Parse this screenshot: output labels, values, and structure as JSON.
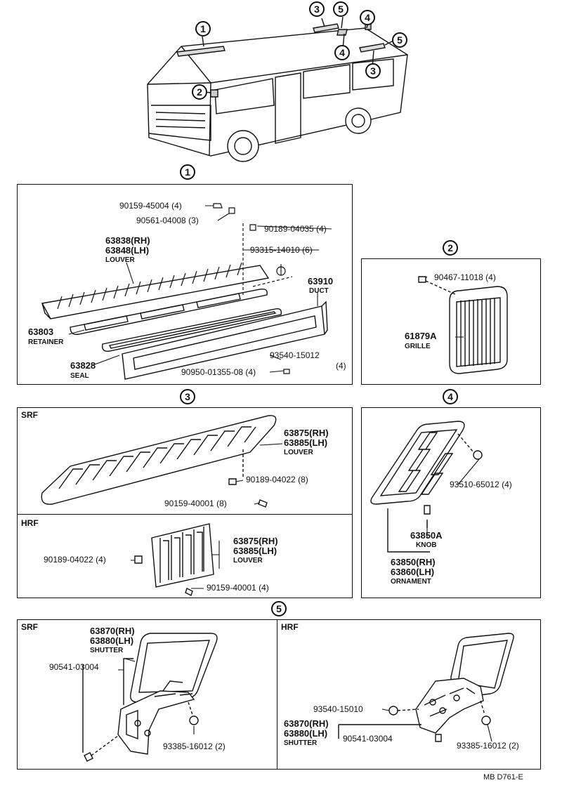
{
  "callouts": {
    "c1": "1",
    "c2": "2",
    "c3": "3",
    "c4": "4",
    "c5": "5"
  },
  "sec1": {
    "p1": "90159-45004 (4)",
    "p2": "90561-04008 (3)",
    "p3": "90189-04035 (4)",
    "p4a": "63838(RH)",
    "p4b": "63848(LH)",
    "p4c": "LOUVER",
    "p5": "93315-14010 (6)",
    "p6a": "63910",
    "p6b": "DUCT",
    "p7a": "63803",
    "p7b": "RETAINER",
    "p8": "93540-15012",
    "p8q": "(4)",
    "p9a": "63828",
    "p9b": "SEAL",
    "p10": "90950-01355-08 (4)"
  },
  "sec2": {
    "p1": "90467-11018 (4)",
    "p2a": "61879A",
    "p2b": "GRILLE"
  },
  "sec3": {
    "srf": "SRF",
    "hrf": "HRF",
    "a1": "63875(RH)",
    "a2": "63885(LH)",
    "a3": "LOUVER",
    "a4": "90189-04022 (8)",
    "a5": "90159-40001 (8)",
    "b1": "63875(RH)",
    "b2": "63885(LH)",
    "b3": "LOUVER",
    "b4": "90189-04022 (4)",
    "b5": "90159-40001 (4)"
  },
  "sec4": {
    "p1": "93510-65012 (4)",
    "p2a": "63850A",
    "p2b": "KNOB",
    "p3a": "63850(RH)",
    "p3b": "63860(LH)",
    "p3c": "ORNAMENT"
  },
  "sec5": {
    "srf": "SRF",
    "hrf": "HRF",
    "a1": "63870(RH)",
    "a2": "63880(LH)",
    "a3": "SHUTTER",
    "a4": "90541-03004",
    "a5": "93385-16012 (2)",
    "b1": "93540-15010",
    "b2": "63870(RH)",
    "b3": "63880(LH)",
    "b4": "SHUTTER",
    "b5": "90541-03004",
    "b6": "93385-16012 (2)"
  },
  "footer": "MB D761-E"
}
